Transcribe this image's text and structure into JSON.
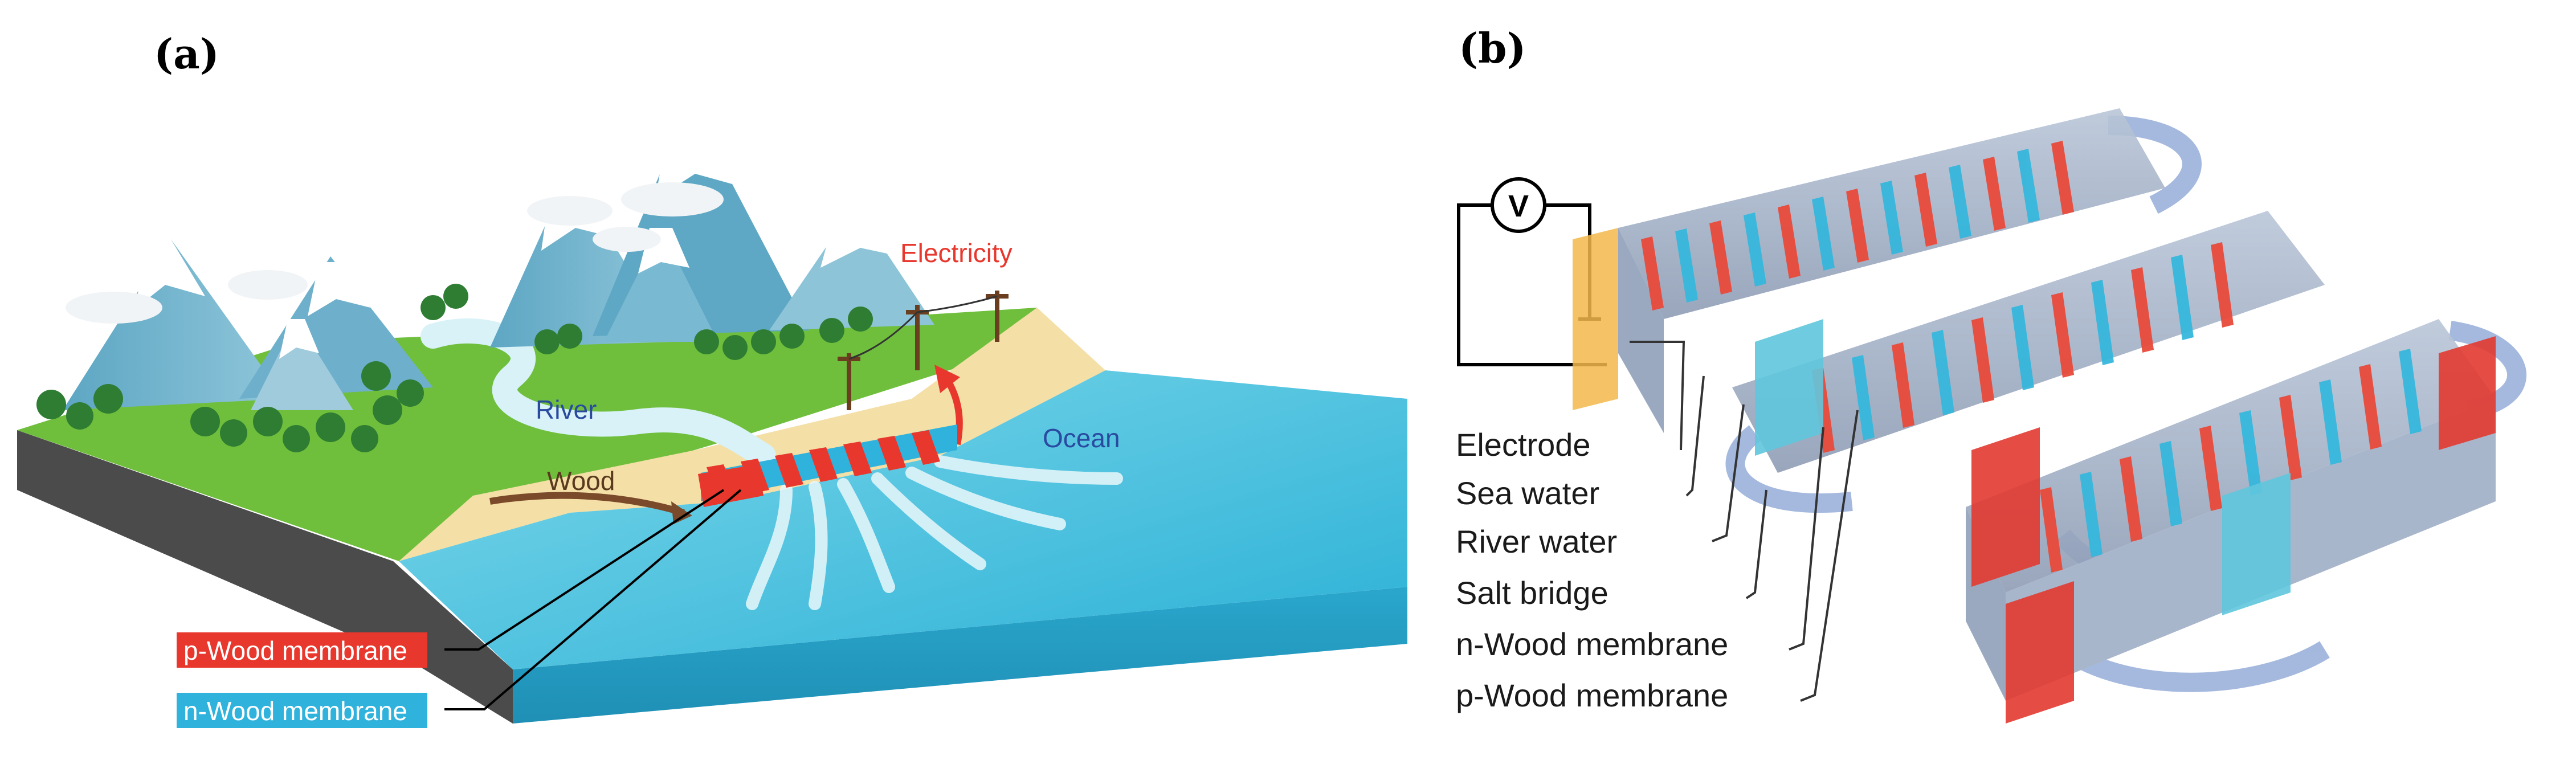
{
  "panel_a": {
    "label": "(a)",
    "labels": {
      "river": "River",
      "ocean": "Ocean",
      "wood": "Wood",
      "electricity": "Electricity"
    },
    "legend": [
      {
        "text": "p-Wood membrane",
        "color": "#e8372c"
      },
      {
        "text": "n-Wood membrane",
        "color": "#2fb2dc"
      }
    ]
  },
  "panel_b": {
    "label": "(b)",
    "voltmeter": "V",
    "callouts": [
      "Electrode",
      "Sea water",
      "River water",
      "Salt bridge",
      "n-Wood membrane",
      "p-Wood membrane"
    ]
  },
  "colors": {
    "grass": "#6fbf3d",
    "sand": "#f4dfa6",
    "ocean": "#4cc4de",
    "p_membrane": "#e8372c",
    "n_membrane": "#2fb2dc",
    "river_label": "#2a4aa0",
    "electricity_label": "#e8372c"
  }
}
